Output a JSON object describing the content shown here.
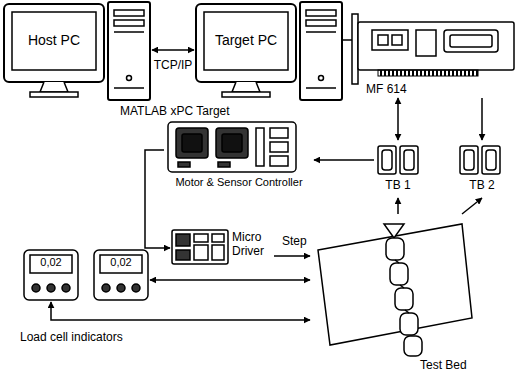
{
  "diagram": {
    "nodes": [
      {
        "text": [
          "Host PC"
        ]
      },
      {
        "text": [
          "Target PC"
        ]
      },
      {
        "text": [
          "MF 614"
        ]
      },
      {
        "text": [
          "Motor & Sensor Controller"
        ]
      },
      {
        "text": [
          "TB 1"
        ]
      },
      {
        "text": [
          "TB 2"
        ]
      },
      {
        "text": [
          "Micro Driver"
        ]
      },
      {
        "text": [
          "0,02"
        ]
      },
      {
        "text": [
          "0,02"
        ]
      },
      {
        "text": [
          "Test Bed"
        ]
      }
    ],
    "edges": [
      {
        "from": 0,
        "to": 1,
        "arrow": "both",
        "label": "TCP/IP"
      },
      {
        "from": 1,
        "to": 2,
        "arrow": "none"
      },
      {
        "from": 2,
        "to": 4,
        "arrow": "both"
      },
      {
        "from": 2,
        "to": 5,
        "arrow": "to"
      },
      {
        "from": 4,
        "to": 3,
        "arrow": "to"
      },
      {
        "from": 3,
        "to": 6,
        "arrow": "to"
      },
      {
        "from": 6,
        "to": 9,
        "arrow": "to"
      },
      {
        "from": 9,
        "to": 4,
        "arrow": "to"
      },
      {
        "from": 9,
        "to": 5,
        "arrow": "to"
      },
      {
        "from": 7,
        "to": 9,
        "arrow": "both"
      },
      {
        "from": 8,
        "to": 9,
        "arrow": "both"
      }
    ],
    "labels": [
      "MATLAB xPC Target",
      "Step",
      "Load cell indicators"
    ]
  }
}
